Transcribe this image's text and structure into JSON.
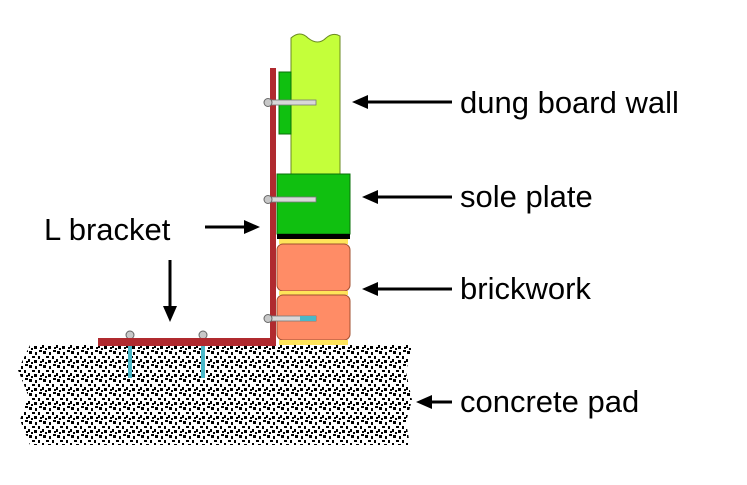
{
  "labels": {
    "dung_board_wall": "dung board wall",
    "sole_plate": "sole plate",
    "brickwork": "brickwork",
    "concrete_pad": "concrete pad",
    "l_bracket": "L bracket"
  },
  "colors": {
    "dung_board": "#c4ff3a",
    "sole_plate": "#10c010",
    "brick": "#ff8c66",
    "mortar": "#ffe45a",
    "bracket": "#b02a2f",
    "concrete_bg": "#ffffff",
    "concrete_speckle": "#000000",
    "anchor": "#4ab8c8",
    "bolt": "#c8c8c8"
  }
}
